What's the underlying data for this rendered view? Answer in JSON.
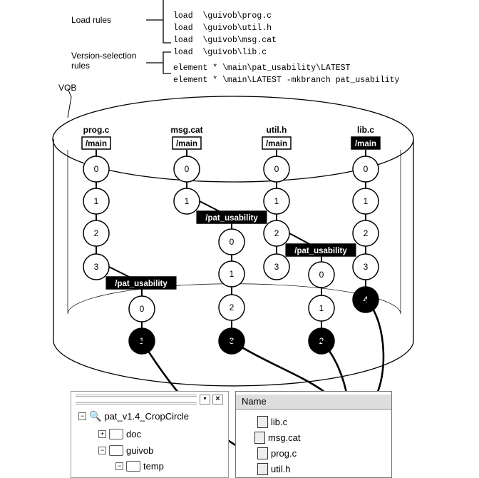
{
  "labels": {
    "load_rules": "Load rules",
    "version_rules": "Version-selection rules",
    "vob": "VOB"
  },
  "load_rules": [
    "load  \\guivob\\prog.c",
    "load  \\guivob\\util.h",
    "load  \\guivob\\msg.cat",
    "load  \\guivob\\lib.c"
  ],
  "version_rules": [
    "element * \\main\\pat_usability\\LATEST",
    "element * \\main\\LATEST -mkbranch pat_usability"
  ],
  "elements": [
    {
      "name": "prog.c",
      "main": "/main",
      "main_versions": [
        "0",
        "1",
        "2",
        "3"
      ],
      "branch": "/pat_usability",
      "branch_versions": [
        "0",
        "1"
      ],
      "selected": "1"
    },
    {
      "name": "msg.cat",
      "main": "/main",
      "main_versions": [
        "0",
        "1"
      ],
      "branch": "/pat_usability",
      "branch_versions": [
        "0",
        "1",
        "2",
        "3"
      ],
      "selected": "3"
    },
    {
      "name": "util.h",
      "main": "/main",
      "main_versions": [
        "0",
        "1",
        "2",
        "3"
      ],
      "branch": "/pat_usability",
      "branch_versions": [
        "0",
        "1",
        "2"
      ],
      "selected": "2"
    },
    {
      "name": "lib.c",
      "main": "/main",
      "main_versions": [
        "0",
        "1",
        "2",
        "3",
        "4"
      ],
      "branch": null,
      "branch_versions": [],
      "selected": "4"
    }
  ],
  "explorer": {
    "tree": [
      {
        "label": "pat_v1.4_CropCircle",
        "toggle": "−"
      },
      {
        "label": "doc",
        "toggle": "+"
      },
      {
        "label": "guivob",
        "toggle": "−"
      },
      {
        "label": "temp",
        "toggle": "−"
      }
    ],
    "column_header": "Name",
    "files": [
      "lib.c",
      "msg.cat",
      "prog.c",
      "util.h"
    ]
  }
}
